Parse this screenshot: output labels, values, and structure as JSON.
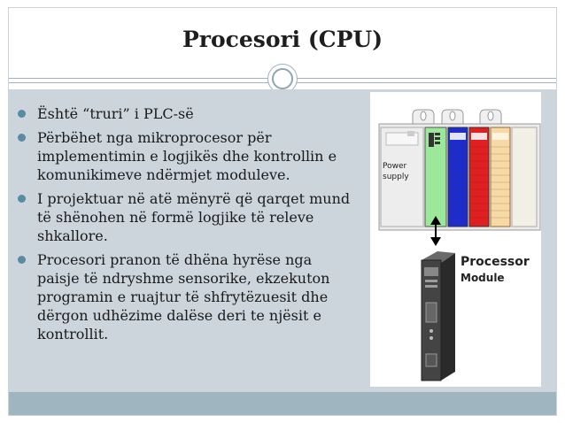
{
  "slide": {
    "title": "Procesori (CPU)",
    "bullets": [
      {
        "text": "Është “truri” i PLC-së"
      },
      {
        "text": "Përbëhet nga mikroprocesor për implementimin  e logjikës dhe kontrollin e komunikimeve ndërmjet moduleve."
      },
      {
        "text": "I projektuar në atë mënyrë që qarqet mund të shënohen në formë logjike të releve shkallore."
      },
      {
        "text": "Procesori pranon të dhëna hyrëse nga paisje të ndryshme sensorike, ekzekuton programin e ruajtur të shfrytëzuesit dhe dërgon udhëzime dalëse deri te njësit e kontrollit."
      }
    ]
  },
  "figure": {
    "power_supply_label_1": "Power",
    "power_supply_label_2": "supply",
    "processor_label": "Processor",
    "module_label": "Module"
  },
  "colors": {
    "content_bg": "#ccd5dc",
    "footer_bg": "#9fb5bf",
    "bullet": "#5b8aa3",
    "module_green": "#9ce89a",
    "module_blue": "#1e2ccc",
    "module_red": "#e02020",
    "module_orange": "#f7d9a6"
  }
}
